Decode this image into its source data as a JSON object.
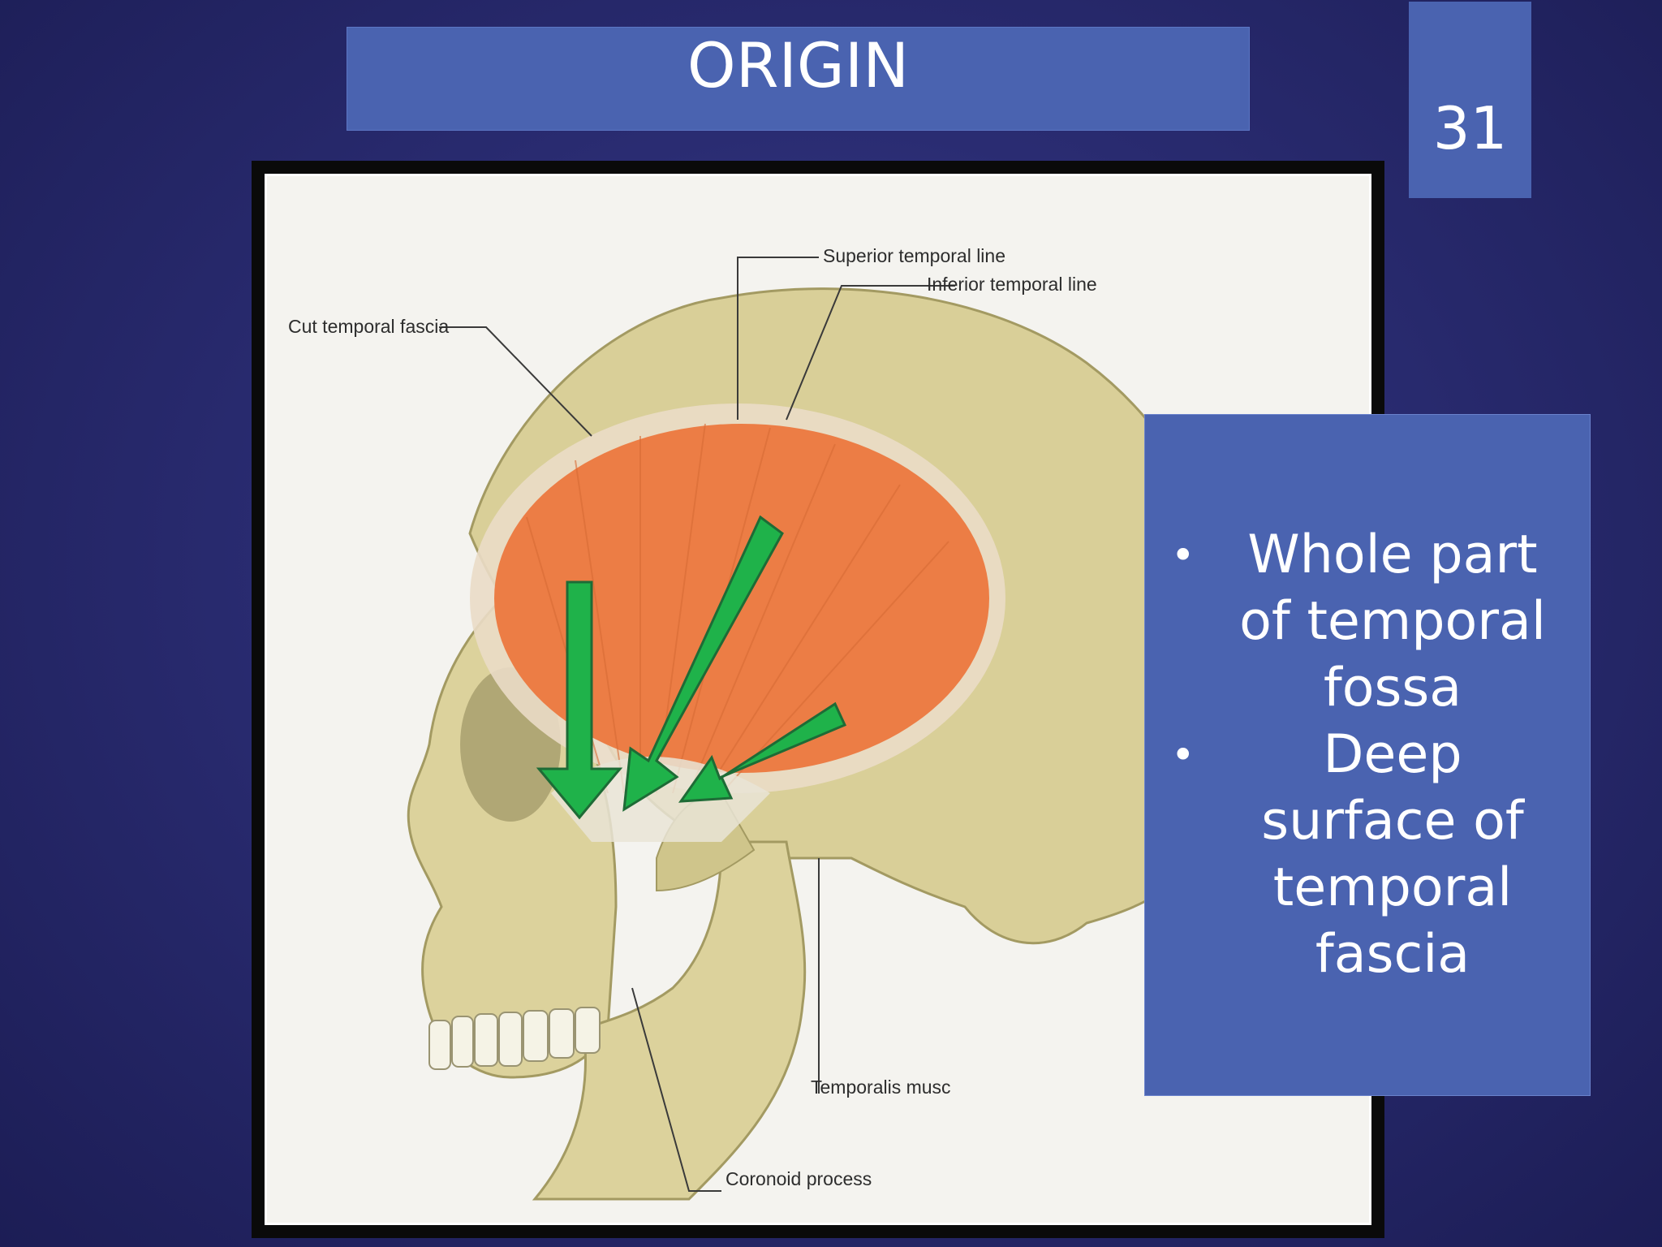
{
  "slide": {
    "title": "ORIGIN",
    "number": "31"
  },
  "figure": {
    "labels": {
      "superior_temporal_line": "Superior temporal line",
      "inferior_temporal_line": "Inferior temporal line",
      "cut_temporal_fascia": "Cut temporal fascia",
      "temporalis_muscle": "Temporalis musc",
      "coronoid_process": "Coronoid process"
    },
    "arrow_color": "#1fb24a",
    "muscle_color": "#ec7d45",
    "bone_color": "#d8cf96"
  },
  "callout": {
    "bullets": [
      "Whole part of temporal fossa",
      "Deep surface of temporal fascia"
    ],
    "bullet_glyph": "•"
  },
  "colors": {
    "panel_blue": "#4a63b0",
    "background": "#2a2c72"
  }
}
